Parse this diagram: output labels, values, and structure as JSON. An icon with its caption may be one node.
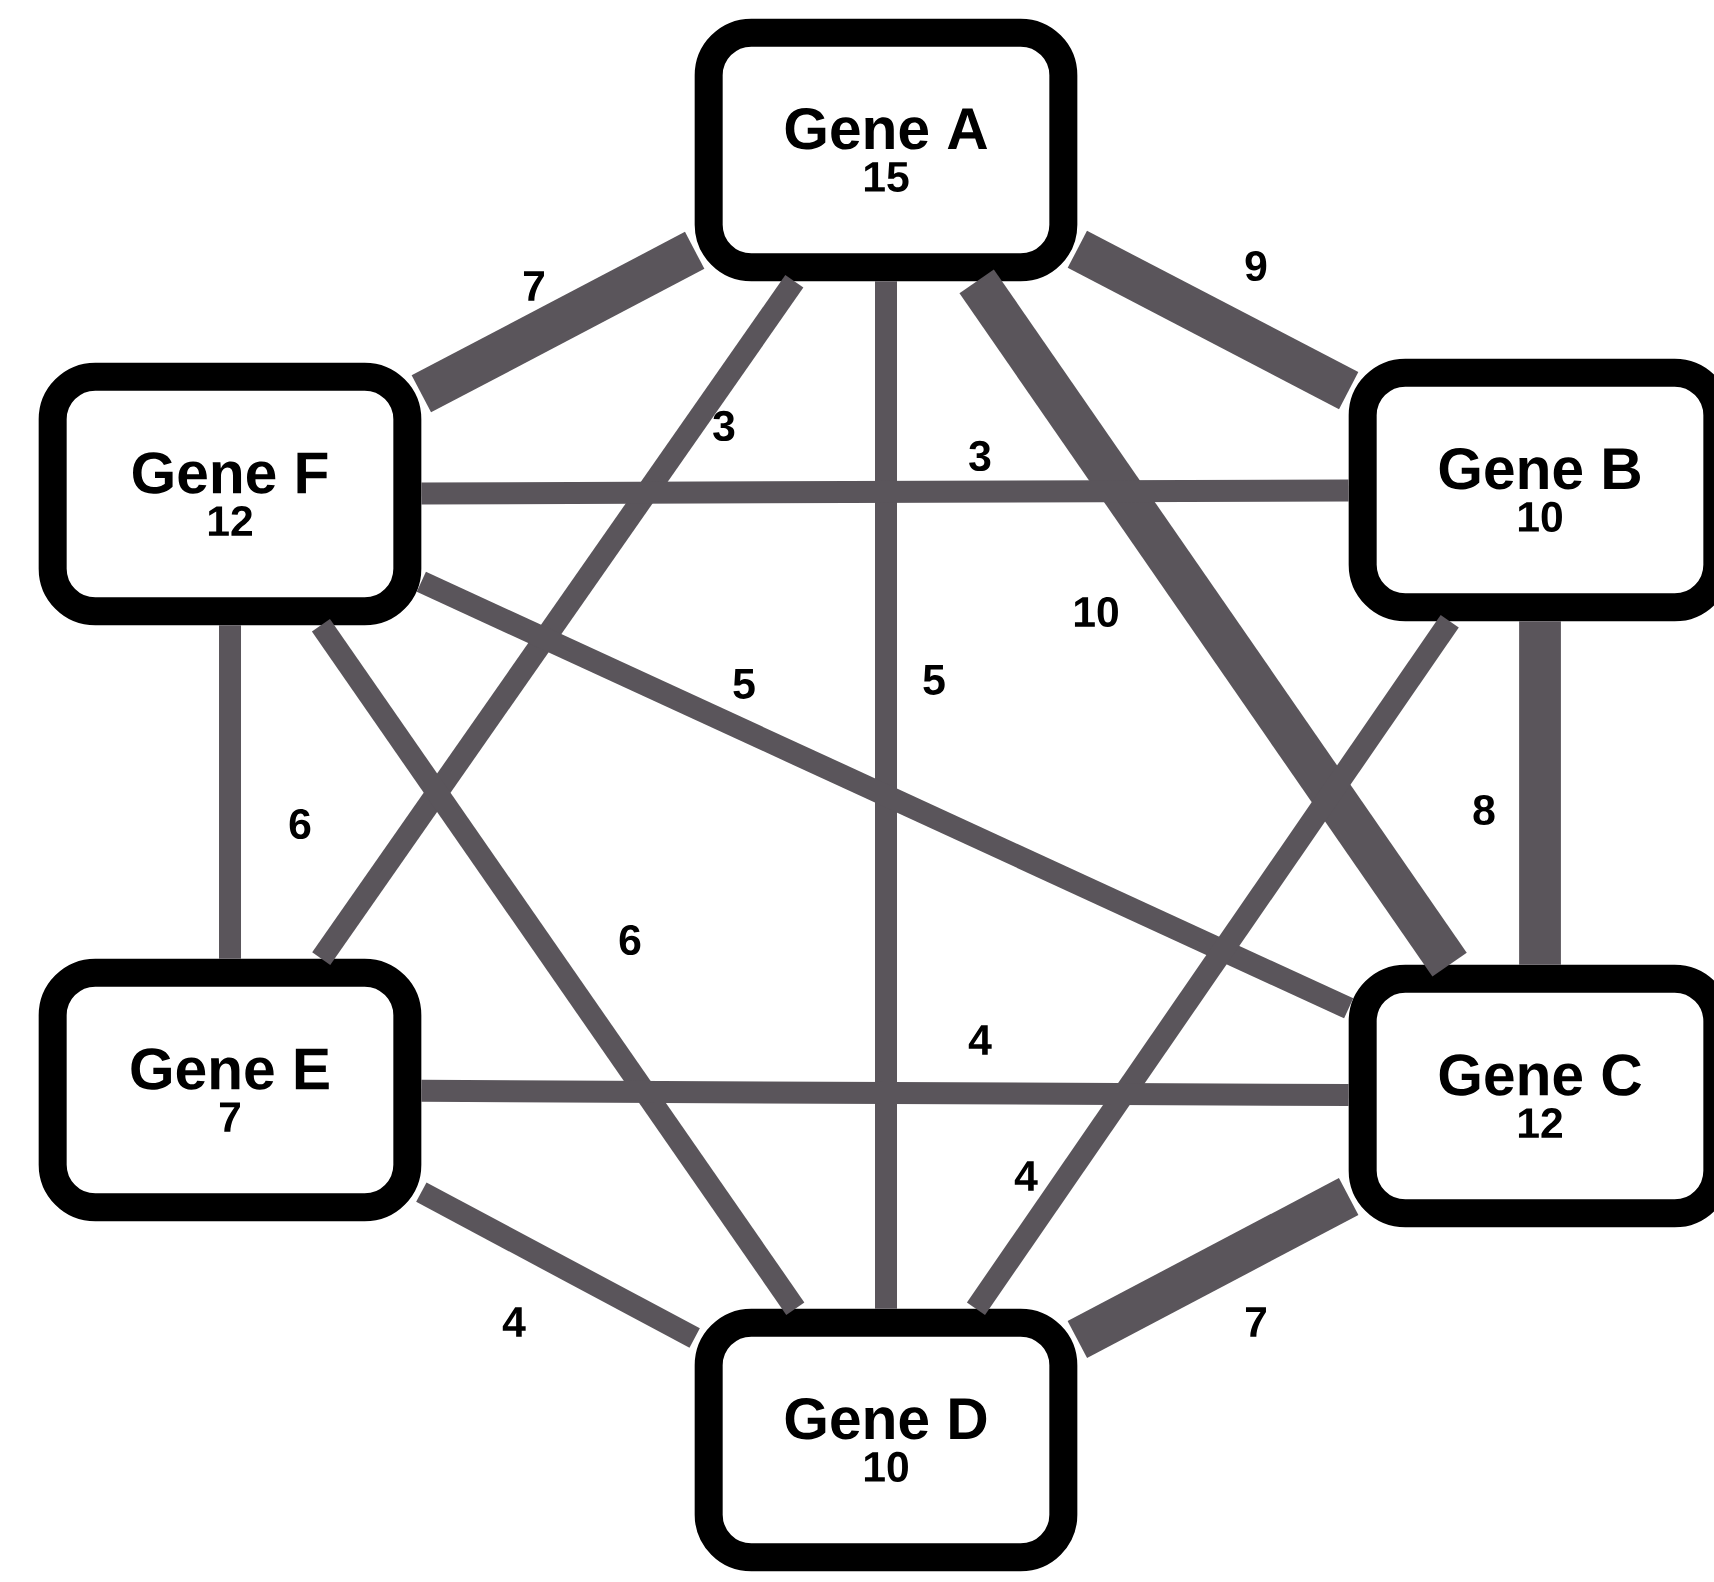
{
  "diagram": {
    "nodes": [
      {
        "text": [
          "Gene A",
          "15"
        ]
      },
      {
        "text": [
          "Gene F",
          "12"
        ]
      },
      {
        "text": [
          "Gene B",
          "10"
        ]
      },
      {
        "text": [
          "Gene E",
          "7"
        ]
      },
      {
        "text": [
          "Gene C",
          "12"
        ]
      },
      {
        "text": [
          "Gene D",
          "10"
        ]
      }
    ],
    "edges": [
      {
        "from": 0,
        "to": 1,
        "arrow": "none",
        "label": "7",
        "style": "thick"
      },
      {
        "from": 0,
        "to": 2,
        "arrow": "none",
        "label": "9",
        "style": "thick"
      },
      {
        "from": 0,
        "to": 3,
        "arrow": "none",
        "label": "3"
      },
      {
        "from": 0,
        "to": 5,
        "arrow": "none",
        "label": "5"
      },
      {
        "from": 0,
        "to": 4,
        "arrow": "none",
        "label": "10",
        "style": "thick"
      },
      {
        "from": 1,
        "to": 2,
        "arrow": "none",
        "label": "3"
      },
      {
        "from": 1,
        "to": 4,
        "arrow": "none",
        "label": "5"
      },
      {
        "from": 1,
        "to": 3,
        "arrow": "none",
        "label": "6"
      },
      {
        "from": 1,
        "to": 5,
        "arrow": "none",
        "label": "6"
      },
      {
        "from": 2,
        "to": 4,
        "arrow": "none",
        "label": "8",
        "style": "thick"
      },
      {
        "from": 2,
        "to": 5,
        "arrow": "none",
        "label": "4"
      },
      {
        "from": 3,
        "to": 4,
        "arrow": "none",
        "label": "4"
      },
      {
        "from": 3,
        "to": 5,
        "arrow": "none",
        "label": "4"
      },
      {
        "from": 5,
        "to": 4,
        "arrow": "none",
        "label": "7",
        "style": "thick"
      }
    ]
  }
}
